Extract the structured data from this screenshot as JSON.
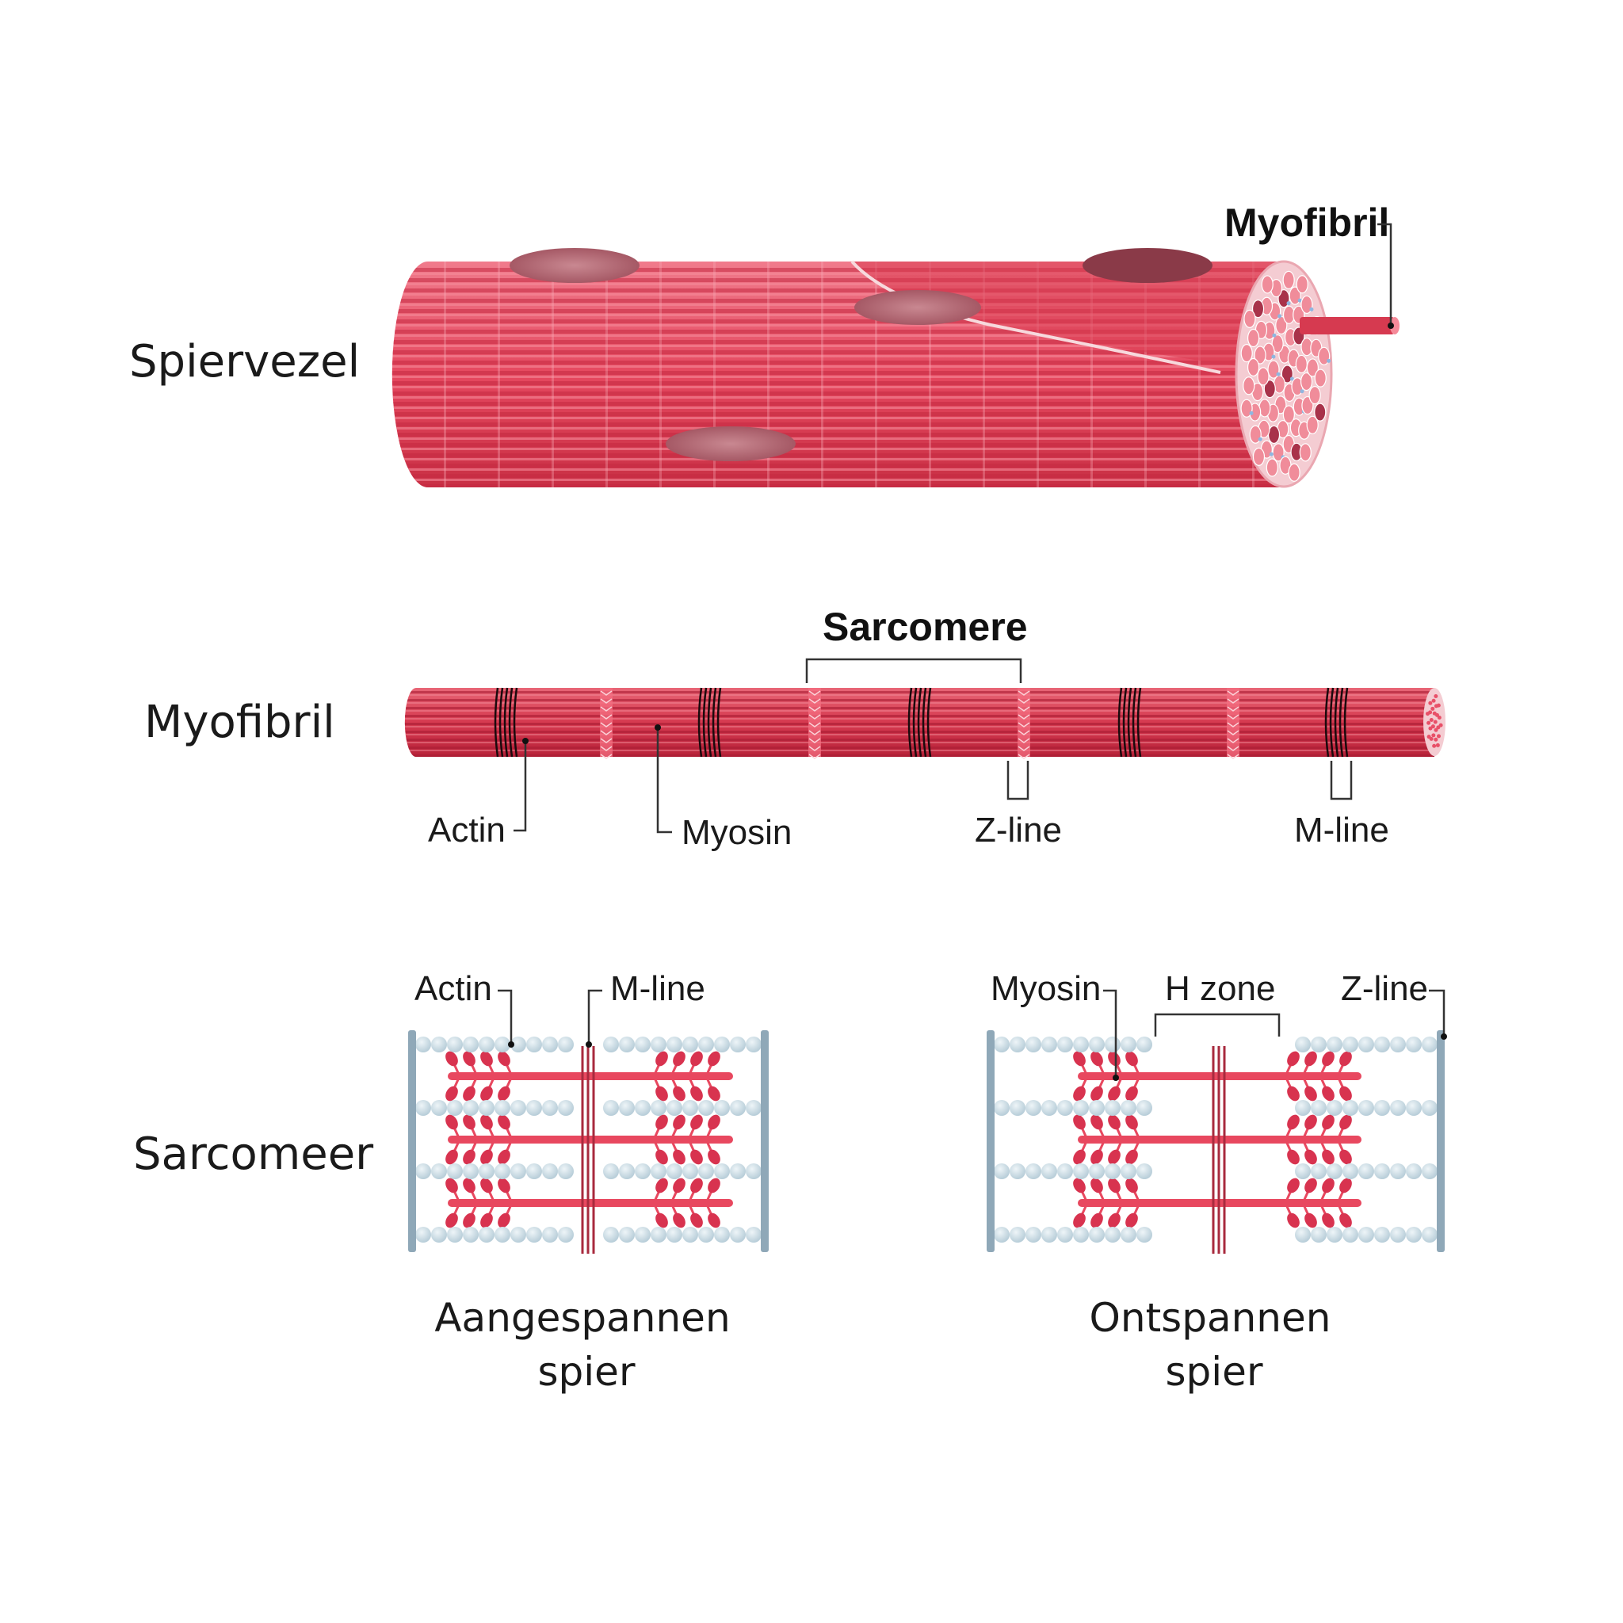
{
  "rows": {
    "fiber_title": "Spiervezel",
    "myofibril_title": "Myofibril",
    "sarcomere_title": "Sarcomeer"
  },
  "labels": {
    "fiber_myofibril": "Myofibril",
    "sarcomere_bracket": "Sarcomere",
    "actin": "Actin",
    "myosin": "Myosin",
    "z_line": "Z-line",
    "m_line": "M-line",
    "left_actin": "Actin",
    "left_m_line": "M-line",
    "right_myosin": "Myosin",
    "right_h_zone": "H zone",
    "right_z_line": "Z-line"
  },
  "captions": {
    "contracted_line1": "Aangespannen",
    "contracted_line2": "spier",
    "relaxed_line1": "Ontspannen",
    "relaxed_line2": "spier"
  },
  "colors": {
    "muscle": "#e8485f",
    "muscle_dark": "#c42a41",
    "muscle_light": "#f58a99",
    "nucleus": "#b26571",
    "actin_bead": "#c5d9e3",
    "z_disc": "#8fa8b8",
    "myosin_head": "#d8334f"
  }
}
